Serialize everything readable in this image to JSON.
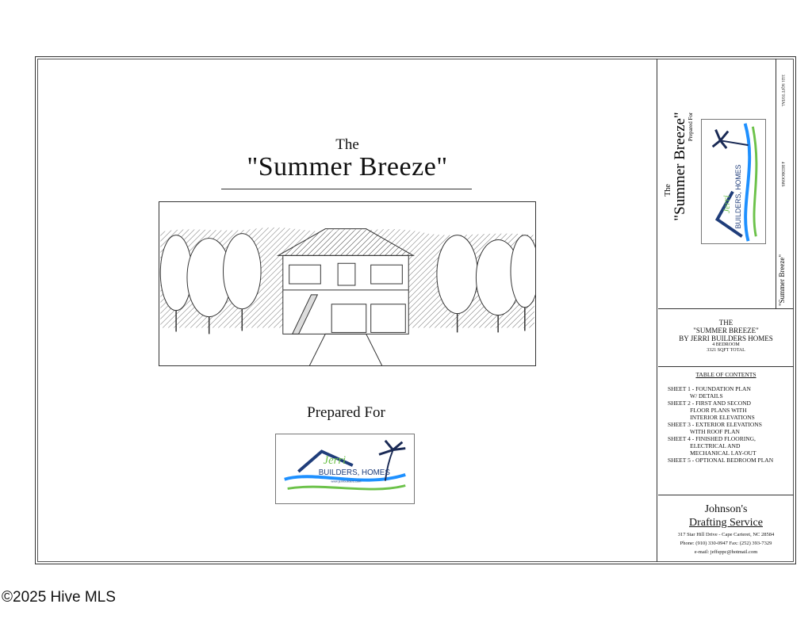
{
  "main": {
    "title_prefix": "The",
    "title": "\"Summer Breeze\"",
    "prepared_for": "Prepared For"
  },
  "logo": {
    "name_line1": "Jerri",
    "name_line2": "BUILDERS, HOMES",
    "url": "www.jerribuilders.com",
    "colors": {
      "navy": "#1f3d7a",
      "blue": "#1e90ff",
      "green": "#6cc24a",
      "palm": "#1a2a55"
    }
  },
  "title_block": {
    "vertical_prefix": "The",
    "vertical_title": "\"Summer Breeze\"",
    "vertical_prepared": "Prepared For",
    "strip_sqft": "3321 SQFT TOTAL",
    "strip_bedrooms": "4 BEDROOMS",
    "strip_title": "\"Summer Breeze\"",
    "summary_line1": "THE",
    "summary_line2": "\"SUMMER BREEZE\"",
    "summary_line3": "BY JERRI BUILDERS HOMES",
    "summary_line4": "4 BEDROOM",
    "summary_line5": "3321 SQFT TOTAL"
  },
  "toc": {
    "title": "TABLE OF CONTENTS",
    "lines": [
      "SHEET 1 - FOUNDATION PLAN",
      "               W/ DETAILS",
      "SHEET 2 - FIRST AND SECOND",
      "               FLOOR PLANS WITH",
      "               INTERIOR ELEVATIONS",
      "SHEET 3 - EXTERIOR ELEVATIONS",
      "               WITH ROOF PLAN",
      "SHEET 4 - FINISHED FLOORING,",
      "               ELECTRICAL AND",
      "               MECHANICAL LAY-OUT",
      "SHEET 5 - OPTIONAL BEDROOM PLAN"
    ]
  },
  "firm": {
    "name_line1": "Johnson's",
    "name_line2": "Drafting Service",
    "address": "317 Star Hill Drive - Cape Carteret, NC 28584",
    "phone": "Phone: (910) 330-0947     Fax: (252) 393-7329",
    "email": "e-mail: jeffsppc@hotmail.com"
  },
  "footer": {
    "copyright": "©2025 Hive MLS"
  }
}
